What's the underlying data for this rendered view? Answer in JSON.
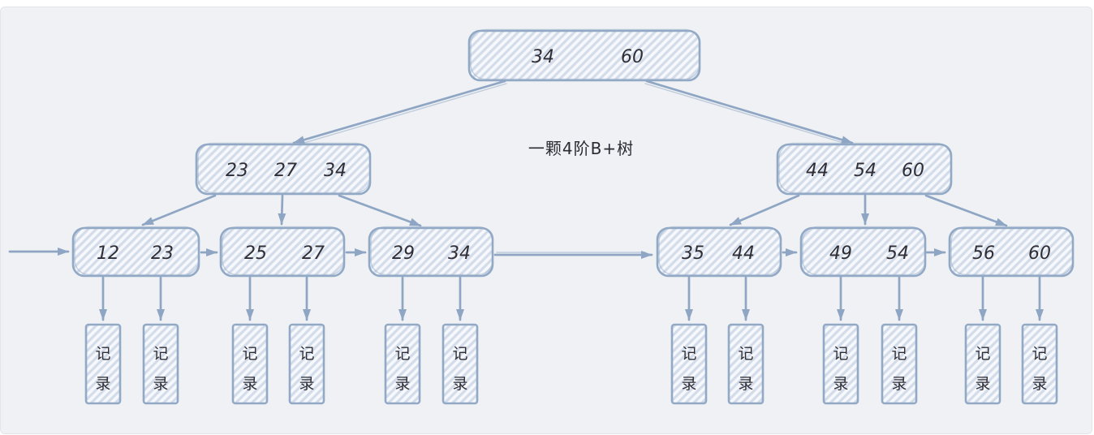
{
  "title": "一颗4阶B+树",
  "colors": {
    "canvas_bg": "#eff1f4",
    "stroke": "#92a9c6",
    "hatch_stripe": "#d3dcea",
    "hatch_bg": "#f6f8fb",
    "text": "#2f2e37"
  },
  "tree": {
    "root": {
      "keys": [
        "34",
        "60"
      ]
    },
    "internals": [
      {
        "keys": [
          "23",
          "27",
          "34"
        ]
      },
      {
        "keys": [
          "44",
          "54",
          "60"
        ]
      }
    ],
    "leaves": [
      {
        "keys": [
          "12",
          "23"
        ]
      },
      {
        "keys": [
          "25",
          "27"
        ]
      },
      {
        "keys": [
          "29",
          "34"
        ]
      },
      {
        "keys": [
          "35",
          "44"
        ]
      },
      {
        "keys": [
          "49",
          "54"
        ]
      },
      {
        "keys": [
          "56",
          "60"
        ]
      }
    ],
    "record_label": "记录",
    "record_char_top": "记",
    "record_char_bottom": "录"
  }
}
